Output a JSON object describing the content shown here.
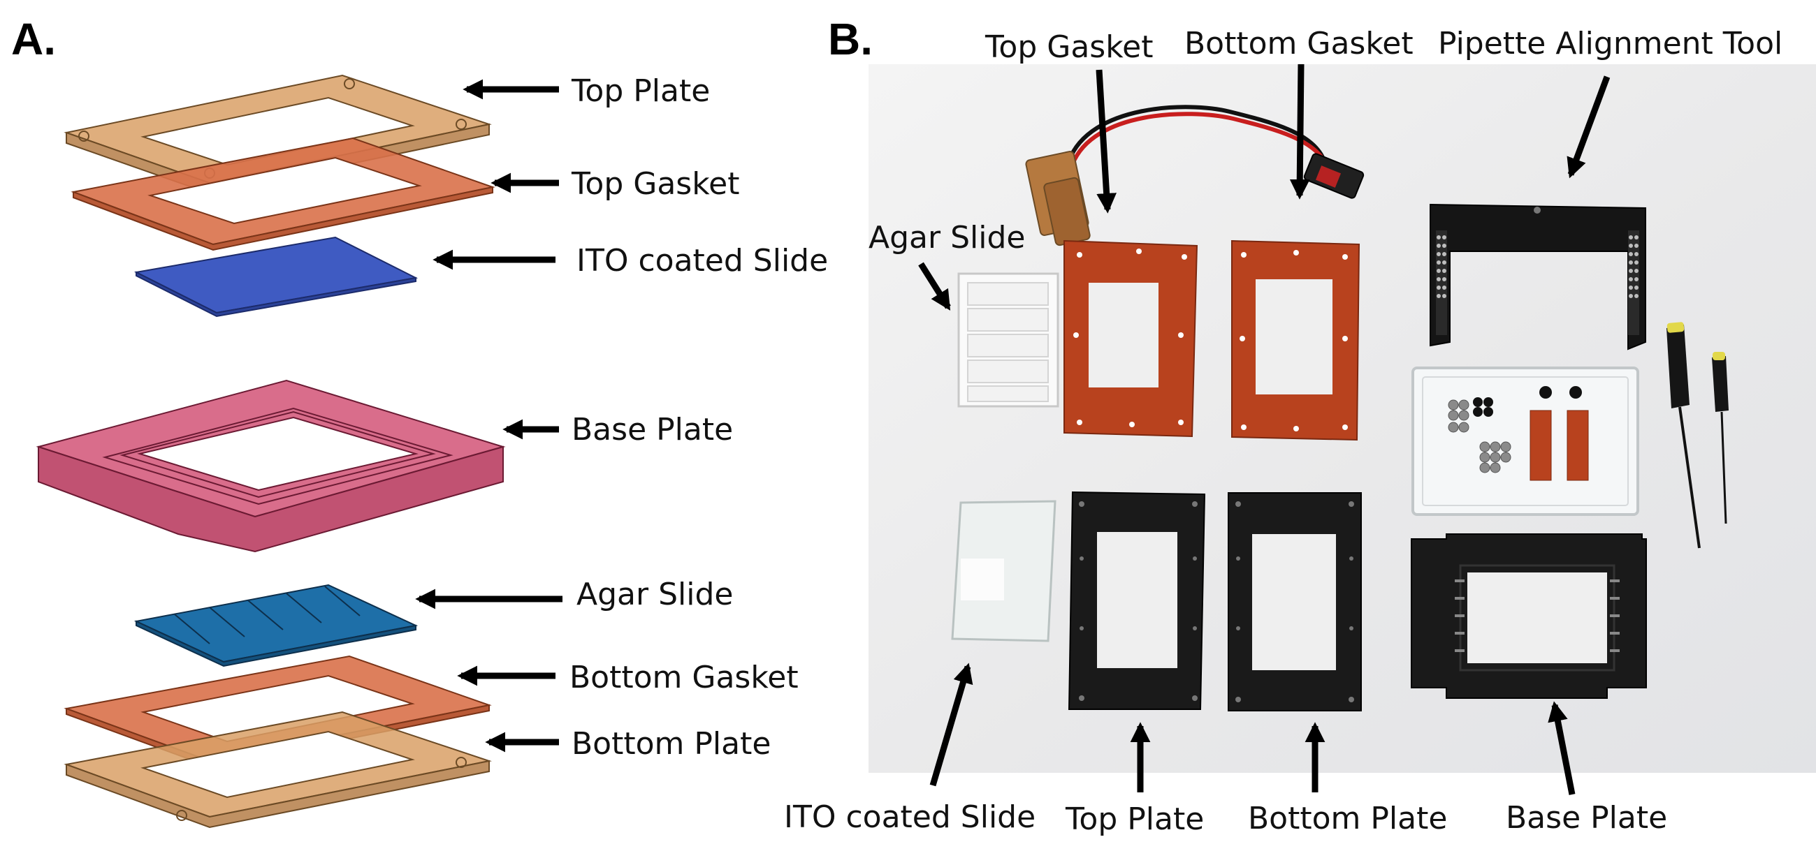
{
  "panel_a": {
    "letter": "A.",
    "labels": {
      "top_plate": "Top Plate",
      "top_gasket": "Top Gasket",
      "ito_slide": "ITO coated Slide",
      "base_plate": "Base Plate",
      "agar_slide": "Agar Slide",
      "bottom_gasket": "Bottom Gasket",
      "bottom_plate": "Bottom Plate"
    }
  },
  "panel_b": {
    "letter": "B.",
    "labels": {
      "top_gasket": "Top Gasket",
      "bottom_gasket": "Bottom Gasket",
      "pipette_tool": "Pipette Alignment Tool",
      "agar_slide": "Agar Slide",
      "ito_slide": "ITO coated Slide",
      "top_plate": "Top Plate",
      "bottom_plate": "Bottom Plate",
      "base_plate": "Base Plate"
    }
  },
  "colors": {
    "plate_orange": "#D9A066",
    "gasket_red": "#D9714A",
    "ito_blue": "#3F5BC2",
    "base_pink": "#D0496E",
    "agar_teal": "#1E6FA8",
    "photo_bg": "#EFEFEF",
    "rubber": "#B8421E",
    "anodized_black": "#1A1A1A"
  },
  "icons": {
    "arrow": "left-arrow-icon"
  }
}
